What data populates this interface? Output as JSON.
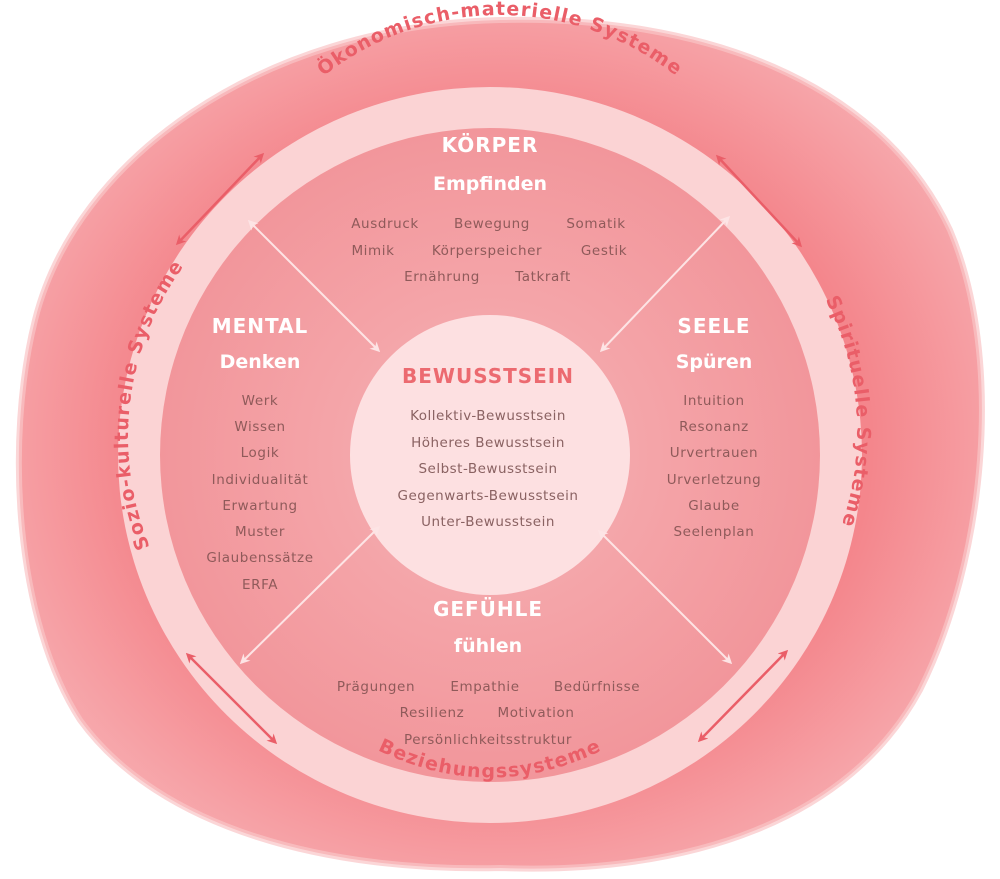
{
  "colors": {
    "outer_blob": "#f28a8e",
    "ring": "#fbd5d6",
    "inner_disc": "#f49fa4",
    "center_disc": "#fde0e1",
    "accent": "#ea5e68",
    "light_arrow": "#fde4e5"
  },
  "outer_ring": {
    "top": "Ökonomisch-materielle Systeme",
    "bottom": "Beziehungssysteme",
    "left": "Sozio-kulturelle Systeme",
    "right": "Spirituelle Systeme"
  },
  "quadrants": {
    "koerper": {
      "title": "KÖRPER",
      "subtitle": "Empfinden",
      "rows": [
        [
          "Ausdruck",
          "Bewegung",
          "Somatik"
        ],
        [
          "Mimik",
          "Körperspeicher",
          "Gestik"
        ],
        [
          "Ernährung",
          "Tatkraft"
        ]
      ]
    },
    "mental": {
      "title": "MENTAL",
      "subtitle": "Denken",
      "items": [
        "Werk",
        "Wissen",
        "Logik",
        "Individualität",
        "Erwartung",
        "Muster",
        "Glaubenssätze",
        "ERFA"
      ]
    },
    "seele": {
      "title": "SEELE",
      "subtitle": "Spüren",
      "items": [
        "Intuition",
        "Resonanz",
        "Urvertrauen",
        "Urverletzung",
        "Glaube",
        "Seelenplan"
      ]
    },
    "gefuehle": {
      "title": "GEFÜHLE",
      "subtitle": "fühlen",
      "rows": [
        [
          "Prägungen",
          "Empathie",
          "Bedürfnisse"
        ],
        [
          "Resilienz",
          "Motivation"
        ],
        [
          "Persönlichkeitsstruktur"
        ]
      ]
    }
  },
  "center": {
    "title": "BEWUSSTSEIN",
    "items": [
      "Kollektiv-Bewusstsein",
      "Höheres Bewusstsein",
      "Selbst-Bewusstsein",
      "Gegenwarts-Bewusstsein",
      "Unter-Bewusstsein"
    ]
  },
  "icons": {
    "outer_arrows": "double-headed-arrow",
    "inner_arrows": "double-headed-arrow"
  }
}
